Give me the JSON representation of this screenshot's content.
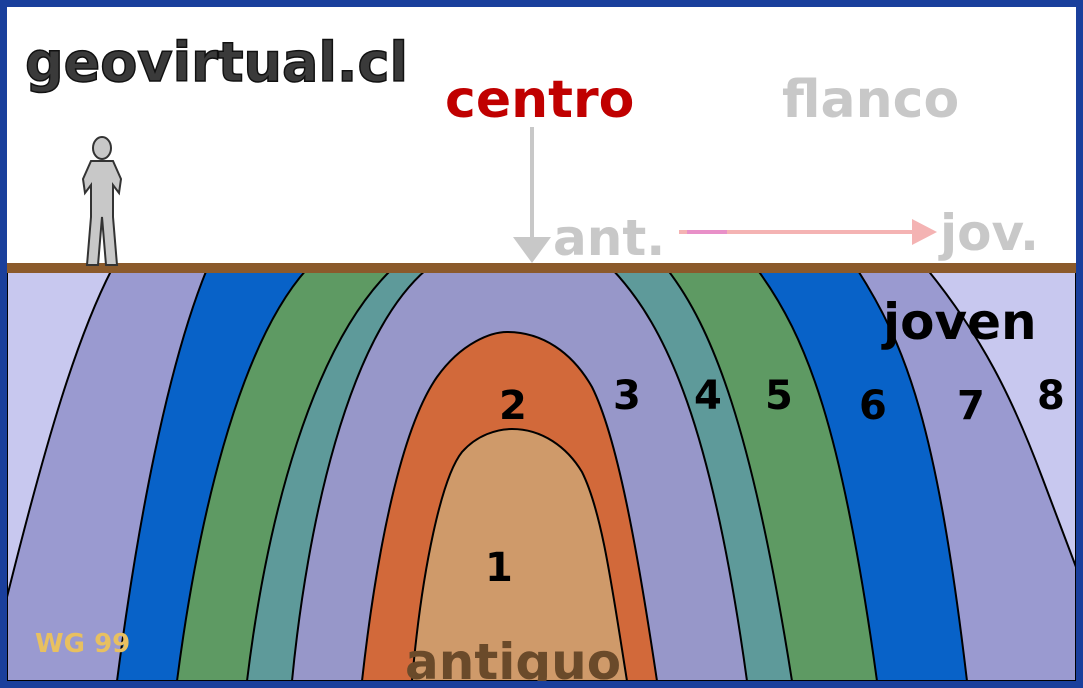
{
  "site_label": "geovirtual.cl",
  "center_label": "centro",
  "flank_label": "flanco",
  "older_short": "ant.",
  "younger_short": "jov.",
  "oldest_label": "antiguo",
  "youngest_label": "joven",
  "credit": "WG 99",
  "layer_numbers": [
    "1",
    "2",
    "3",
    "4",
    "5",
    "6",
    "7",
    "8"
  ],
  "colors": {
    "border": "#1a3f9c",
    "ground": "#8b5a2b",
    "center_text": "#c00000",
    "gray_text": "#c8c8c8",
    "arrow_pink": "#f4b3b3",
    "layer_1": "#cf9a6a",
    "layer_2": "#d2693a",
    "layer_3": "#9797c9",
    "layer_4": "#5e9a9a",
    "layer_5": "#5e9a63",
    "layer_6": "#0862c8",
    "layer_7": "#9a9ad0",
    "layer_8": "#c8c8ef"
  }
}
